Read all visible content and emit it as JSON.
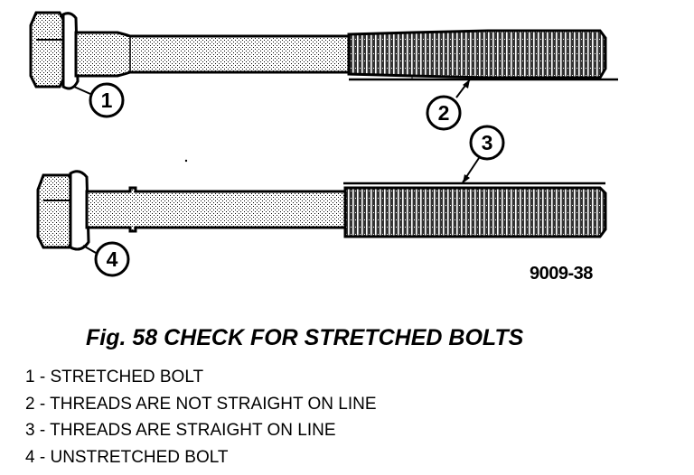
{
  "figure": {
    "code": "9009-38",
    "caption": "Fig. 58 CHECK FOR STRETCHED BOLTS"
  },
  "callouts": [
    {
      "number": "1"
    },
    {
      "number": "2"
    },
    {
      "number": "3"
    },
    {
      "number": "4"
    }
  ],
  "legend": [
    {
      "number": "1",
      "text": "STRETCHED BOLT"
    },
    {
      "number": "2",
      "text": "THREADS ARE NOT STRAIGHT ON LINE"
    },
    {
      "number": "3",
      "text": "THREADS ARE STRAIGHT ON LINE"
    },
    {
      "number": "4",
      "text": "UNSTRETCHED BOLT"
    }
  ]
}
